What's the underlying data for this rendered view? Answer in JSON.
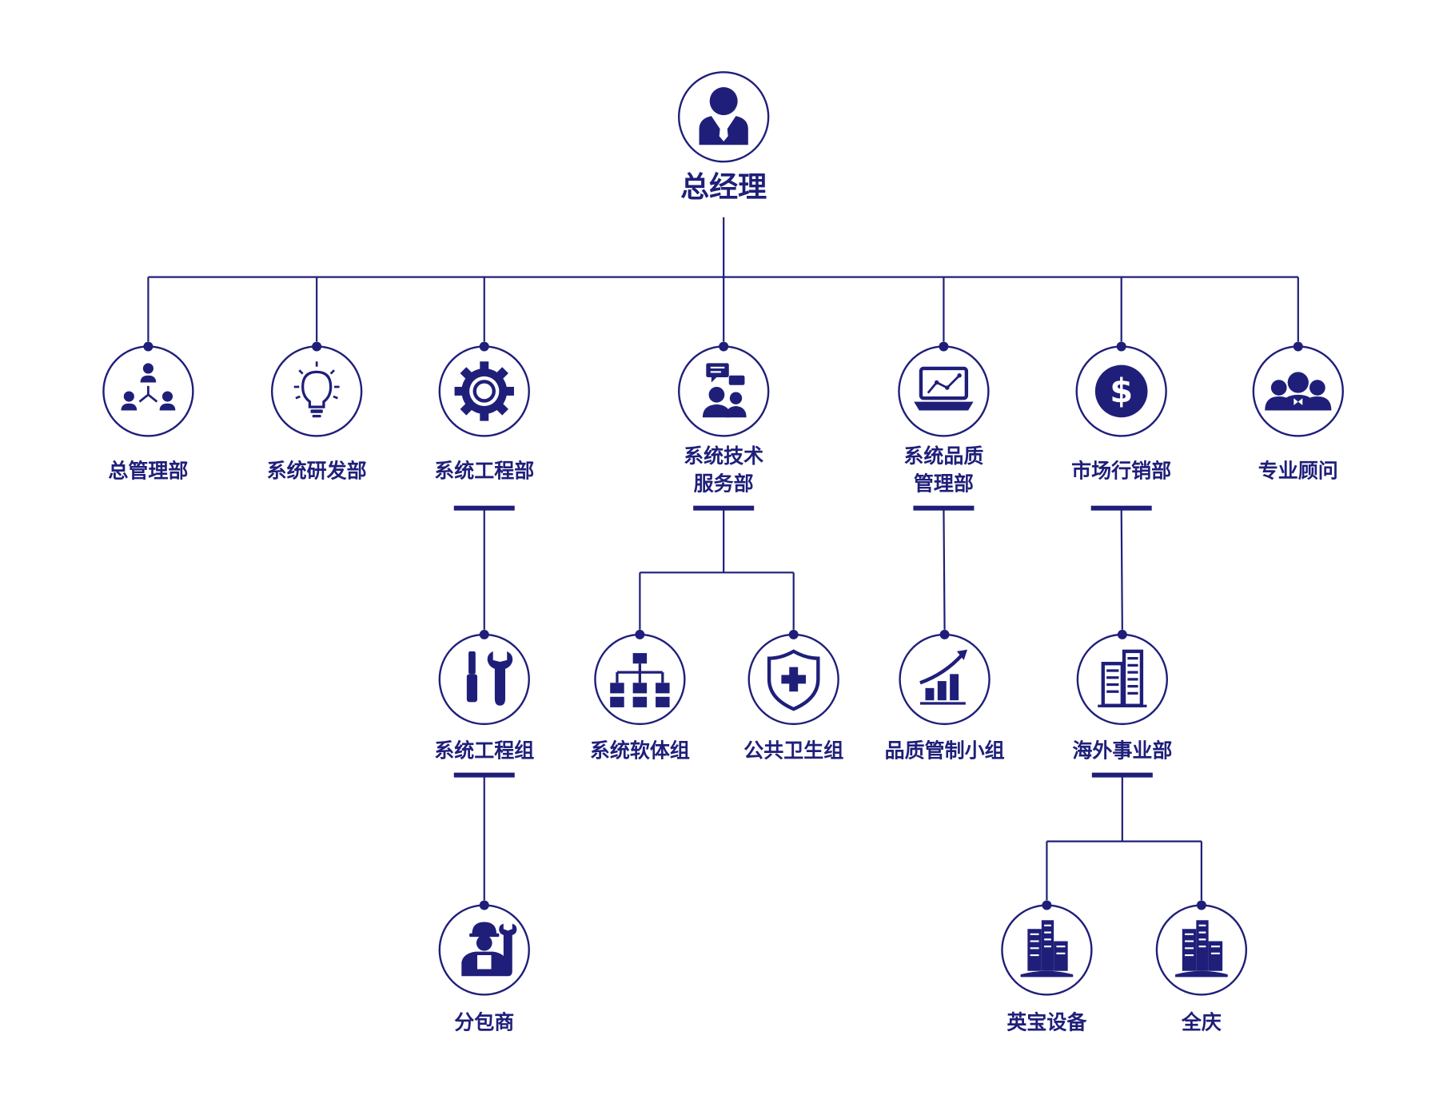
{
  "colors": {
    "primary": "#1f1f7a",
    "background": "#ffffff"
  },
  "nodes": [
    {
      "id": "ceo",
      "label": "总经理",
      "icon": "businessman-icon"
    },
    {
      "id": "admin",
      "label": "总管理部",
      "icon": "team-network-icon"
    },
    {
      "id": "rnd",
      "label": "系统研发部",
      "icon": "lightbulb-icon"
    },
    {
      "id": "eng",
      "label": "系统工程部",
      "icon": "gear-icon"
    },
    {
      "id": "techsvc",
      "label": "系统技术\n服务部",
      "icon": "support-chat-icon"
    },
    {
      "id": "quality",
      "label": "系统品质\n管理部",
      "icon": "laptop-chart-icon"
    },
    {
      "id": "marketing",
      "label": "市场行销部",
      "icon": "dollar-coin-icon"
    },
    {
      "id": "consult",
      "label": "专业顾问",
      "icon": "group-people-icon"
    },
    {
      "id": "enggroup",
      "label": "系统工程组",
      "icon": "tools-icon"
    },
    {
      "id": "software",
      "label": "系统软体组",
      "icon": "hierarchy-icon"
    },
    {
      "id": "health",
      "label": "公共卫生组",
      "icon": "shield-cross-icon"
    },
    {
      "id": "qc",
      "label": "品质管制小组",
      "icon": "growth-chart-icon"
    },
    {
      "id": "overseas",
      "label": "海外事业部",
      "icon": "skyscraper-icon"
    },
    {
      "id": "subcon",
      "label": "分包商",
      "icon": "worker-icon"
    },
    {
      "id": "yingbao",
      "label": "英宝设备",
      "icon": "city-buildings-icon"
    },
    {
      "id": "quanqing",
      "label": "全庆",
      "icon": "city-buildings-icon"
    }
  ],
  "edges": [
    [
      "ceo",
      "admin"
    ],
    [
      "ceo",
      "rnd"
    ],
    [
      "ceo",
      "eng"
    ],
    [
      "ceo",
      "techsvc"
    ],
    [
      "ceo",
      "quality"
    ],
    [
      "ceo",
      "marketing"
    ],
    [
      "ceo",
      "consult"
    ],
    [
      "eng",
      "enggroup"
    ],
    [
      "techsvc",
      "software"
    ],
    [
      "techsvc",
      "health"
    ],
    [
      "quality",
      "qc"
    ],
    [
      "marketing",
      "overseas"
    ],
    [
      "enggroup",
      "subcon"
    ],
    [
      "overseas",
      "yingbao"
    ],
    [
      "overseas",
      "quanqing"
    ]
  ]
}
